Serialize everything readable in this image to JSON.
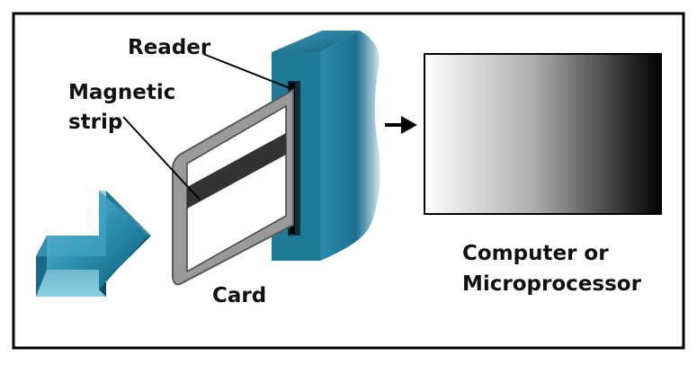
{
  "labels": {
    "reader": "Reader",
    "magnetic_strip_line1": "Magnetic",
    "magnetic_strip_line2": "strip",
    "card": "Card",
    "computer_line1": "Computer or",
    "computer_line2": "Microprocessor"
  },
  "colors": {
    "reader_blue": "#1f7a98",
    "reader_dark": "#0d4b63",
    "arrow_blue": "#2b8fb0",
    "card_gray": "#9a9a9a",
    "strip_dark": "#333333",
    "frame": "#000000"
  }
}
